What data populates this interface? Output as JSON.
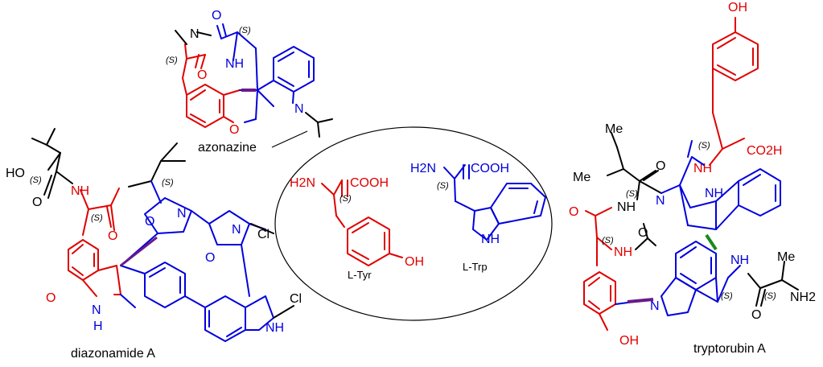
{
  "compounds": {
    "azonazine": "azonazine",
    "diazonamide": "diazonamide A",
    "tryptorubin": "tryptorubin A"
  },
  "amino_acids": {
    "tyr_name": "L-Tyr",
    "trp_name": "L-Trp"
  },
  "atoms": {
    "N": "N",
    "NH": "NH",
    "O": "O",
    "H2N": "H2N",
    "NH2": "NH2",
    "HO": "HO",
    "OH": "OH",
    "COOH": "COOH",
    "CO2H": "CO2H",
    "Cl": "Cl",
    "Me": "Me",
    "H": "H",
    "S": "(S)"
  },
  "colors": {
    "tyr": "#e00000",
    "trp": "#0000dd",
    "other": "#000000",
    "bond_purple": "#6a1a8a",
    "bond_green": "#1a8a1a"
  }
}
